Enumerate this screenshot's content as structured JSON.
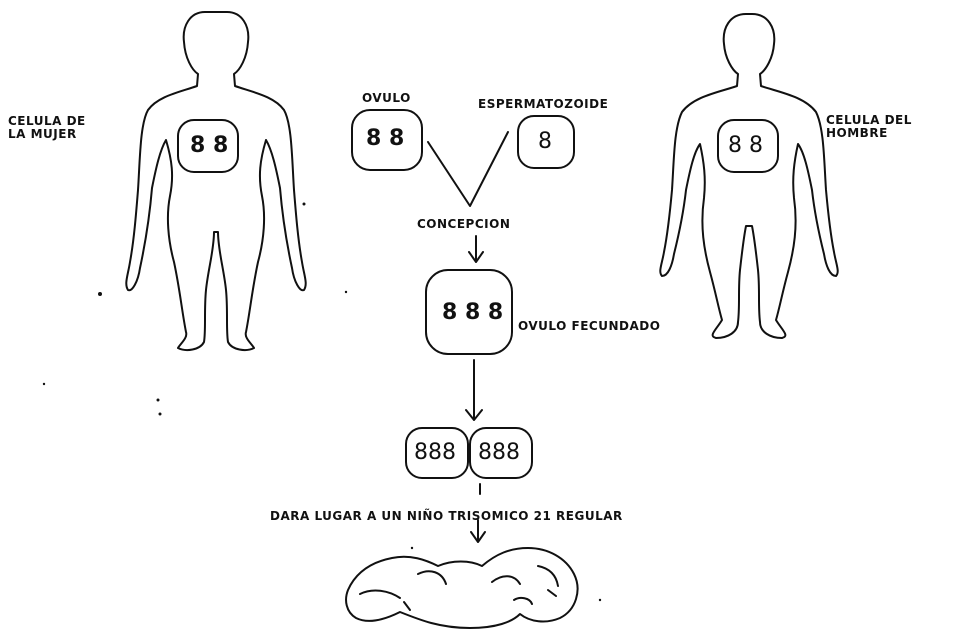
{
  "labels": {
    "woman_cell": "CELULA DE\nLA MUJER",
    "man_cell": "CELULA DEL\nHOMBRE",
    "ovum": "OVULO",
    "sperm": "ESPERMATOZOIDE",
    "conception": "CONCEPCION",
    "fertilized_ovum": "OVULO FECUNDADO",
    "outcome": "DARA LUGAR A UN NIÑO TRISOMICO 21 REGULAR"
  },
  "chromosomes": {
    "woman": "8 8",
    "man": "8 8",
    "ovum": "8 8",
    "sperm": "8",
    "fertilized": "8 8 8",
    "cell_left": "888",
    "cell_right": "888"
  }
}
